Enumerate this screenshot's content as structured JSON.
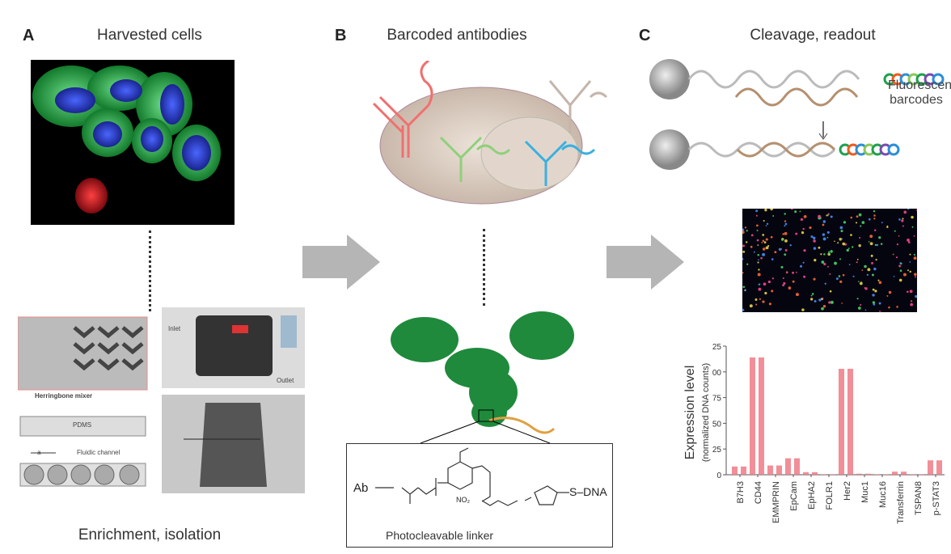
{
  "panels": {
    "a": {
      "letter": "A",
      "title": "Harvested cells",
      "bottom_title": "Enrichment, isolation",
      "labels": {
        "mixer": "Herringbone mixer",
        "inlet": "Inlet",
        "outlet": "Outlet",
        "pdms": "PDMS",
        "channel": "Fluidic channel",
        "a": "a"
      }
    },
    "b": {
      "letter": "B",
      "title": "Barcoded antibodies",
      "linker": {
        "ab": "Ab",
        "caption": "Photocleavable linker",
        "dna": "S–DNA",
        "no2": "NO₂"
      }
    },
    "c": {
      "letter": "C",
      "title": "Cleavage, readout",
      "barcode_label_1": "Fluorescent",
      "barcode_label_2": "barcodes"
    }
  },
  "colors": {
    "bar": "#f07a86",
    "cell_green": "#2fa84a",
    "nucleus": "#2b3fd0",
    "antibody_green": "#1f8a3c"
  },
  "barcode_colors": [
    "#1fa050",
    "#f05a1e",
    "#2a8fd8",
    "#8cc85a",
    "#1fa050",
    "#7a4ab0",
    "#2a8fd8"
  ],
  "chart_data": {
    "type": "bar",
    "ylabel": "Expression level",
    "ylabel_sub": "(normalized DNA counts)",
    "ylim": [
      0,
      125
    ],
    "yticks": [
      0,
      25,
      50,
      75,
      100,
      125
    ],
    "ytick_labels": [
      "0",
      "25",
      "50",
      "75",
      "00",
      "25"
    ],
    "categories": [
      "B7H3",
      "CD44",
      "EMMPRIN",
      "EpCam",
      "EpHA2",
      "FOLR1",
      "Her2",
      "Muc1",
      "Muc16",
      "Transferrin",
      "TSPAN8",
      "p-STAT3"
    ],
    "series": [
      {
        "values": [
          8,
          114,
          9,
          16,
          2.5,
          0.5,
          103,
          1,
          0.5,
          3,
          0.5,
          14
        ]
      },
      {
        "values": [
          8,
          114,
          9,
          16,
          2.5,
          0.5,
          103,
          1,
          0.5,
          3,
          0.5,
          14
        ]
      }
    ],
    "grid": false
  }
}
